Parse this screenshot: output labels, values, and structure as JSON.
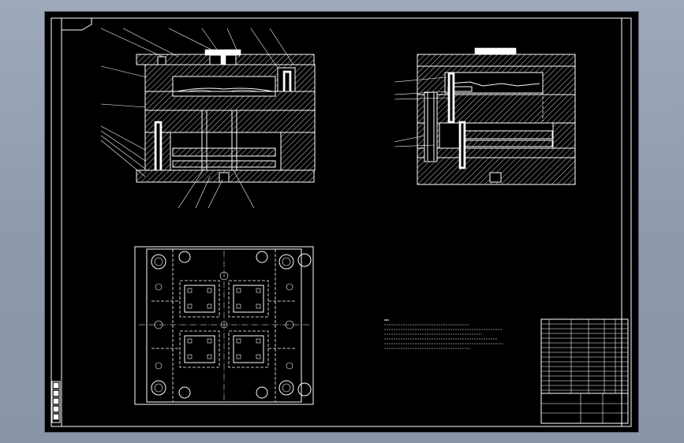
{
  "drawing": {
    "title": "",
    "background_color": "#000000",
    "line_color": "#ffffff",
    "app_background": "#96a1b4"
  },
  "views": [
    {
      "id": "main-section",
      "label": ""
    },
    {
      "id": "side-section",
      "label": ""
    },
    {
      "id": "plan-view",
      "label": ""
    }
  ]
}
